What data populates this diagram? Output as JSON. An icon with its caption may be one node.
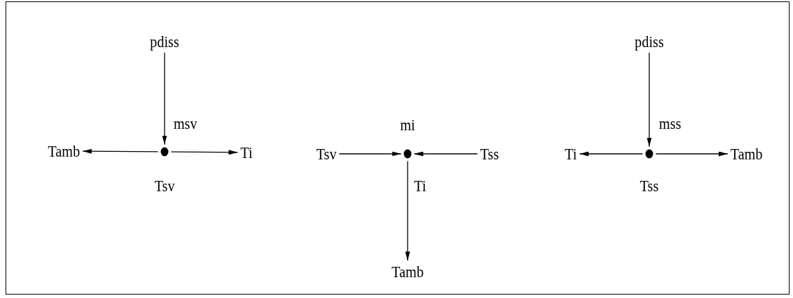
{
  "diagram": {
    "nodes": [
      {
        "text": [
          "pdiss"
        ]
      },
      {
        "text": [
          "Tamb"
        ]
      },
      {
        "text": [],
        "shape": "circle",
        "beside": [
          "msv",
          "Tsv"
        ]
      },
      {
        "text": [
          "Ti"
        ]
      },
      {
        "text": [
          "Tsv"
        ]
      },
      {
        "text": [],
        "shape": "circle",
        "beside": [
          "mi",
          "Ti"
        ]
      },
      {
        "text": [
          "Tss"
        ]
      },
      {
        "text": [
          "Tamb"
        ]
      },
      {
        "text": [
          "pdiss"
        ]
      },
      {
        "text": [
          "Ti"
        ]
      },
      {
        "text": [],
        "shape": "circle",
        "beside": [
          "mss",
          "Tss"
        ]
      },
      {
        "text": [
          "Tamb"
        ]
      }
    ],
    "edges": [
      {
        "from": 0,
        "to": 2,
        "arrow": "to"
      },
      {
        "from": 2,
        "to": 1,
        "arrow": "to"
      },
      {
        "from": 2,
        "to": 3,
        "arrow": "to"
      },
      {
        "from": 4,
        "to": 5,
        "arrow": "to"
      },
      {
        "from": 6,
        "to": 5,
        "arrow": "to"
      },
      {
        "from": 5,
        "to": 7,
        "arrow": "to"
      },
      {
        "from": 8,
        "to": 10,
        "arrow": "to"
      },
      {
        "from": 10,
        "to": 9,
        "arrow": "to"
      },
      {
        "from": 10,
        "to": 11,
        "arrow": "to"
      }
    ]
  }
}
